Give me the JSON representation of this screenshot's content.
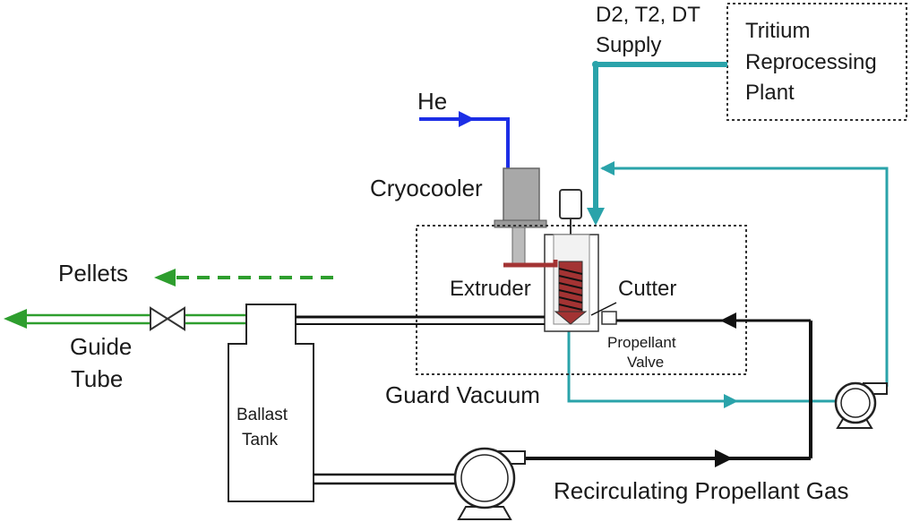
{
  "labels": {
    "supply_line1": "D2, T2, DT",
    "supply_line2": "Supply",
    "plant_line1": "Tritium",
    "plant_line2": "Reprocessing",
    "plant_line3": "Plant",
    "he": "He",
    "cryocooler": "Cryocooler",
    "pellets": "Pellets",
    "extruder": "Extruder",
    "cutter": "Cutter",
    "propellant_valve_line1": "Propellant",
    "propellant_valve_line2": "Valve",
    "guide_tube_line1": "Guide",
    "guide_tube_line2": "Tube",
    "guard_vacuum": "Guard Vacuum",
    "ballast_tank_line1": "Ballast",
    "ballast_tank_line2": "Tank",
    "recirculating": "Recirculating Propellant Gas"
  },
  "colors": {
    "teal": "#2aa3aa",
    "helium_blue": "#1c2ee6",
    "pellet_green": "#2e9e2e",
    "extruder_red": "#a33333",
    "line_black": "#111111",
    "cryo_gray": "#aaaaaa"
  }
}
